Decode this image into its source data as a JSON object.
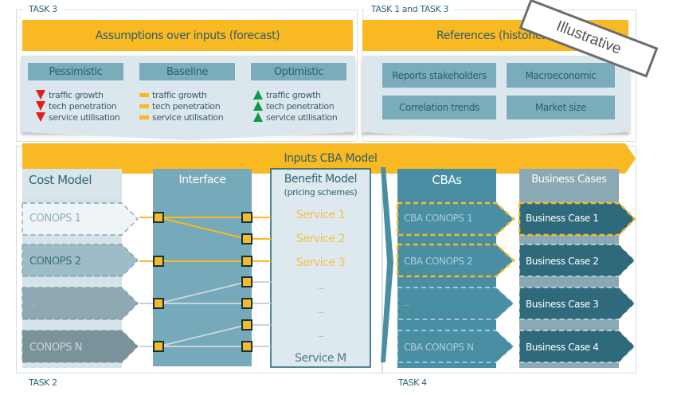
{
  "top_left": {
    "task_label": "TASK 3",
    "title": "Assumptions over inputs (forecast)",
    "scenarios": [
      {
        "name": "Pessimistic",
        "icon": "arrow-down-icon",
        "color": "#e41e1e",
        "items": [
          "traffic growth",
          "tech penetration",
          "service utilisation"
        ]
      },
      {
        "name": "Baseline",
        "icon": "dash-icon",
        "color": "#f9b923",
        "items": [
          "traffic growth",
          "tech penetration",
          "service utilisation"
        ]
      },
      {
        "name": "Optimistic",
        "icon": "arrow-up-icon",
        "color": "#14964a",
        "items": [
          "traffic growth",
          "tech penetration",
          "service utilisation"
        ]
      }
    ]
  },
  "top_right": {
    "task_label": "TASK 1 and TASK 3",
    "title": "References (historical)",
    "boxes": [
      "Reports stakeholders",
      "Macroeconomic",
      "Correlation trends",
      "Market size"
    ]
  },
  "stamp": "Illustrative",
  "band_title": "Inputs CBA Model",
  "cost_model": {
    "title": "Cost Model",
    "items": [
      "CONOPS 1",
      "CONOPS 2",
      "...",
      "CONOPS N"
    ]
  },
  "interface": {
    "title": "Interface"
  },
  "benefit_model": {
    "title": "Benefit Model",
    "subtitle": "(pricing schemes)",
    "services": [
      "Service 1",
      "Service 2",
      "Service 3",
      "...",
      "...",
      "...",
      "Service M"
    ]
  },
  "cbas": {
    "title": "CBAs",
    "items": [
      "CBA CONOPS 1",
      "CBA CONOPS 2",
      "...",
      "CBA CONOPS N"
    ]
  },
  "business_cases": {
    "title": "Business Cases",
    "items": [
      "Business Case 1",
      "Business Case 2",
      "Business Case 3",
      "Business Case 4"
    ]
  },
  "task2_label": "TASK 2",
  "task4_label": "TASK 4",
  "colors": {
    "accent": "#f9b923",
    "teal": "#4a8ea3",
    "dark_teal": "#2f6a7c"
  }
}
